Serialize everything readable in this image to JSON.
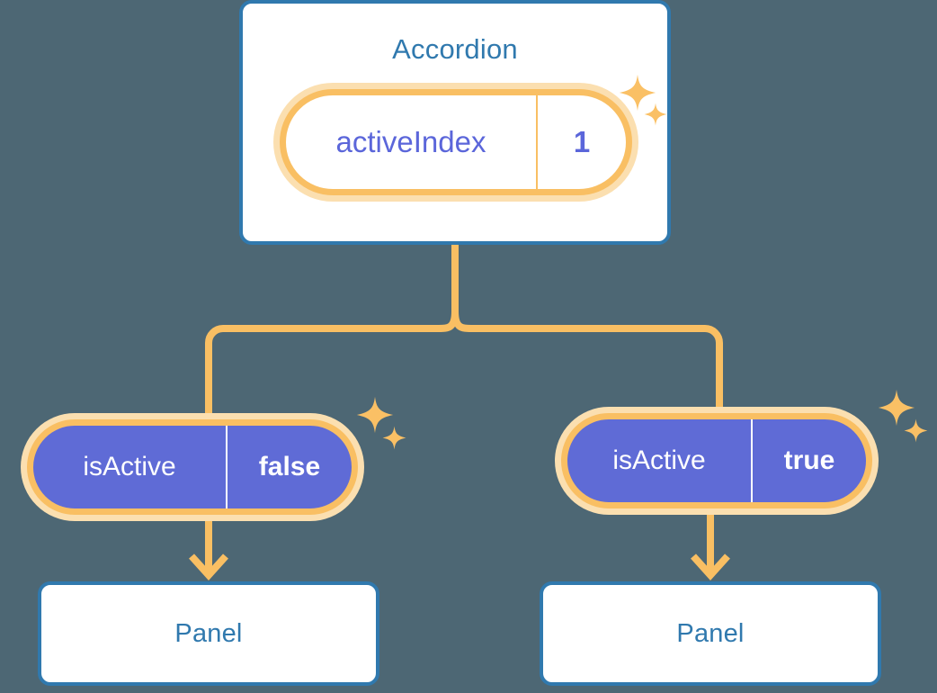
{
  "diagram": {
    "title_context": "Accordion component state tree",
    "background_color": "#4d6774",
    "accent_blue": "#3079ae",
    "accent_purple": "#5f6bd6",
    "accent_orange": "#f9bf63",
    "accent_orange_soft": "#fbdfb0"
  },
  "root": {
    "label": "Accordion",
    "state": {
      "key": "activeIndex",
      "value": "1"
    }
  },
  "children": [
    {
      "state": {
        "key": "isActive",
        "value": "false"
      },
      "component": {
        "label": "Panel"
      }
    },
    {
      "state": {
        "key": "isActive",
        "value": "true"
      },
      "component": {
        "label": "Panel"
      }
    }
  ],
  "icons": {
    "sparkle_large": "sparkle-icon",
    "sparkle_small": "sparkle-icon",
    "arrow_down": "arrow-down-icon"
  }
}
